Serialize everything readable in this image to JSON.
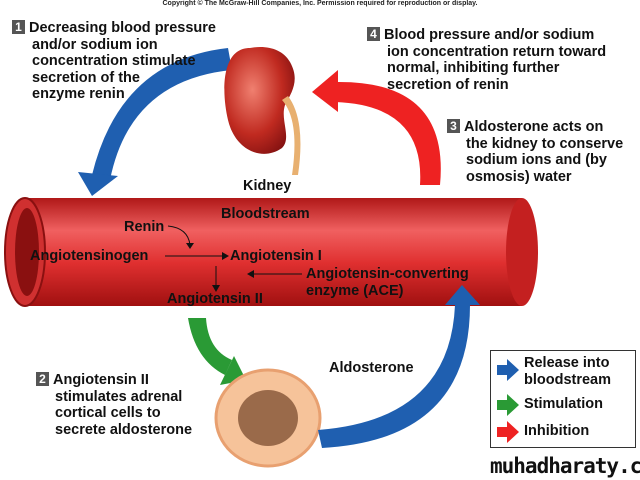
{
  "copyright": "Copyright © The McGraw-Hill Companies, Inc. Permission required for reproduction or display.",
  "steps": [
    {
      "num": "1",
      "lines": [
        "Decreasing blood pressure",
        "and/or sodium ion",
        "concentration stimulate",
        "secretion of the",
        "enzyme renin"
      ]
    },
    {
      "num": "2",
      "lines": [
        "Angiotensin II",
        "stimulates adrenal",
        "cortical cells to",
        "secrete aldosterone"
      ]
    },
    {
      "num": "3",
      "lines": [
        "Aldosterone acts on",
        "the kidney to conserve",
        "sodium ions and (by",
        "osmosis) water"
      ]
    },
    {
      "num": "4",
      "lines": [
        "Blood pressure and/or sodium",
        "ion concentration return toward",
        "normal, inhibiting further",
        "secretion of renin"
      ]
    }
  ],
  "labels": {
    "kidney": "Kidney",
    "bloodstream": "Bloodstream",
    "renin": "Renin",
    "angiotensinogen": "Angiotensinogen",
    "angiotensin1": "Angiotensin I",
    "ace": [
      "Angiotensin-converting",
      "enzyme (ACE)"
    ],
    "angiotensin2": "Angiotensin II",
    "aldosterone": "Aldosterone"
  },
  "legend": [
    {
      "label": [
        "Release into",
        "bloodstream"
      ],
      "color": "#1f5fb0"
    },
    {
      "label": [
        "Stimulation"
      ],
      "color": "#2a9a35"
    },
    {
      "label": [
        "Inhibition"
      ],
      "color": "#ee2222"
    }
  ],
  "watermark": "muhadharaty.com"
}
